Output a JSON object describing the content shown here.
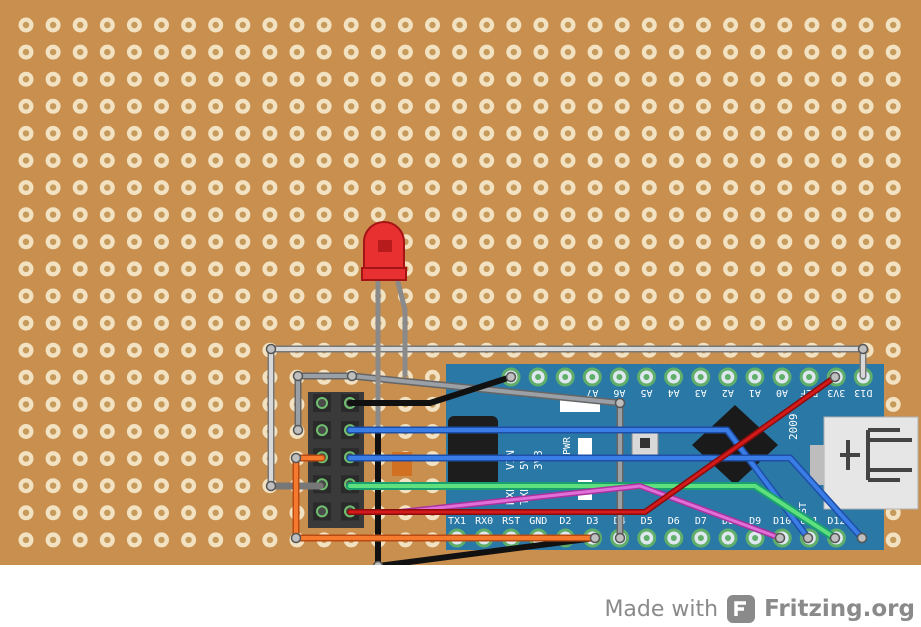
{
  "footer": {
    "made_with": "Made with",
    "brand": "Fritzing.org"
  },
  "arduino": {
    "top_pins": [
      "",
      "",
      "",
      "A7",
      "A6",
      "A5",
      "A4",
      "A3",
      "A2",
      "A1",
      "A0",
      "REF",
      "3V3",
      "D13"
    ],
    "bottom_pins": [
      "TX1",
      "RX0",
      "RST",
      "GND",
      "D2",
      "D3",
      "D4",
      "D5",
      "D6",
      "D7",
      "D8",
      "D9",
      "D10",
      "D11",
      "D12"
    ],
    "year": "2009",
    "side_labels": [
      "VIN",
      "5V",
      "3V3"
    ],
    "side_labels2": [
      "RXD",
      "TXD"
    ],
    "pwr": "PWR",
    "l_led": "L",
    "rst": "RST"
  },
  "colors": {
    "board": "#c88f4e",
    "hole_ring": "#f2e2c2",
    "hole_center": "#c69a5b",
    "arduino": "#2a78a6",
    "wire_gray": "#9aa0a6",
    "wire_black": "#1f1f1f",
    "wire_blue": "#2e6fd8",
    "wire_green": "#33c46a",
    "wire_cyan": "#2fc9c2",
    "wire_red": "#cc1111",
    "wire_magenta": "#d64fd0",
    "wire_orange": "#f0661e",
    "led_red": "#ee3333"
  },
  "icons": [
    "fritzing-logo-icon",
    "usb-connector-icon",
    "led-icon"
  ]
}
